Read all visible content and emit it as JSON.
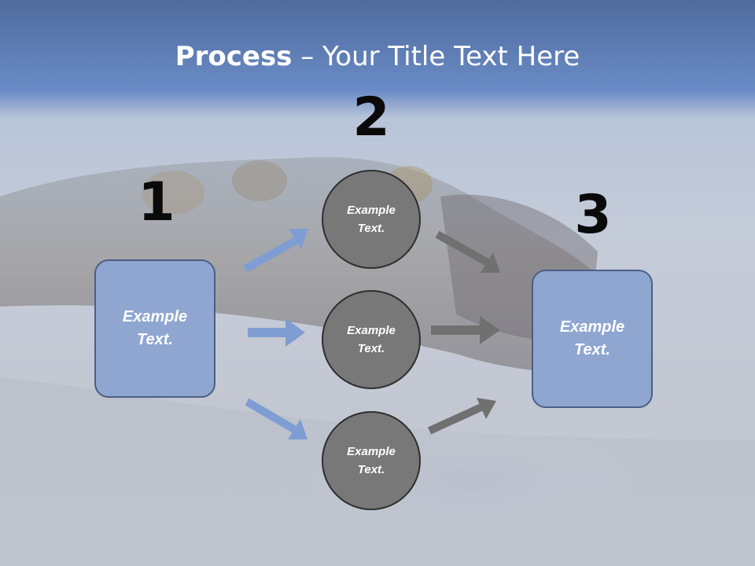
{
  "title": {
    "bold": "Process",
    "rest": " – Your Title Text Here"
  },
  "steps": [
    {
      "number": "1",
      "box_label": "Example Text."
    },
    {
      "number": "2",
      "circles": [
        "Example Text.",
        "Example Text.",
        "Example Text."
      ]
    },
    {
      "number": "3",
      "box_label": "Example Text."
    }
  ],
  "colors": {
    "box_fill": "#8fa6d0",
    "box_border": "#4b5f85",
    "circle_fill": "#787878",
    "circle_border": "#2e2e2e",
    "arrow_blue": "#7f9dd3",
    "arrow_gray": "#707070",
    "header_blue": "#5b78b0"
  }
}
